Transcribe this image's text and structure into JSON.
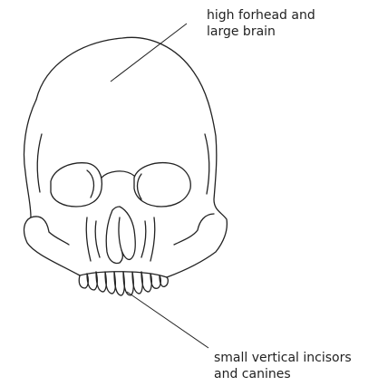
{
  "labels": {
    "top_line1": "high forhead and",
    "top_line2": "large brain",
    "bottom_line1": "small vertical incisors",
    "bottom_line2": "and canines"
  },
  "colors": {
    "line": "#222222",
    "background": "#ffffff"
  }
}
